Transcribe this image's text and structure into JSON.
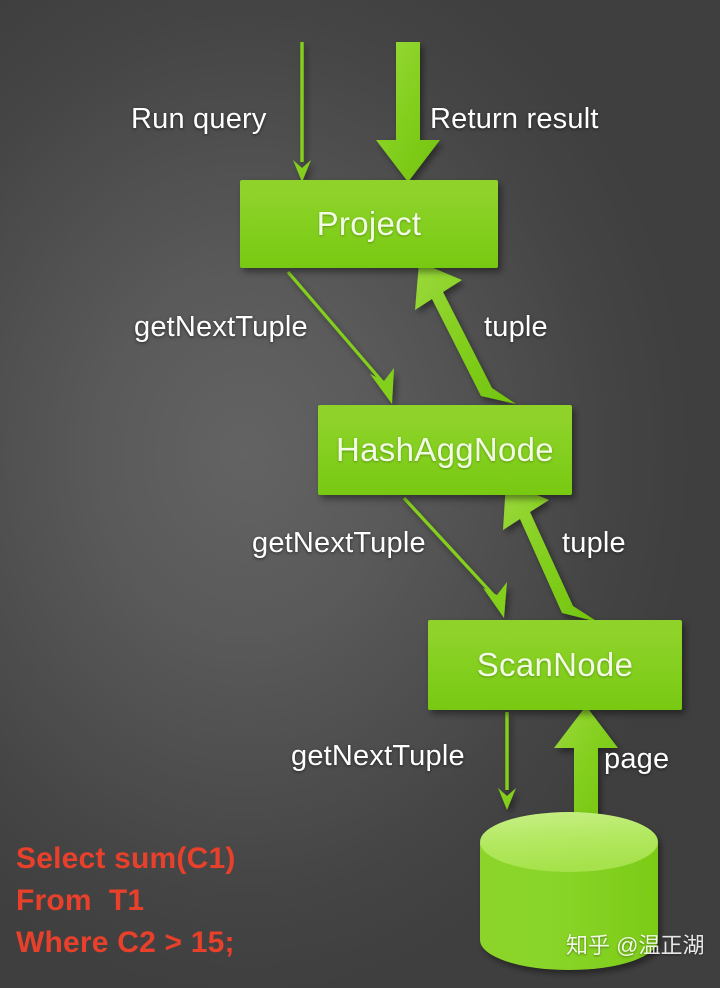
{
  "diagram": {
    "title": "Volcano model query execution operator tree",
    "background_color": "#4d4d4d",
    "node_color": "#84cf1f",
    "arrow_color": "#84cf1f",
    "label_color": "#ffffff",
    "sql_color": "#e8402a",
    "nodes": [
      {
        "id": "project",
        "label": "Project"
      },
      {
        "id": "hashagg",
        "label": "HashAggNode"
      },
      {
        "id": "scannode",
        "label": "ScanNode"
      },
      {
        "id": "storage",
        "label": ""
      }
    ],
    "edges": [
      {
        "id": "run-query",
        "label": "Run query",
        "style": "thin",
        "direction": "down"
      },
      {
        "id": "return-result",
        "label": "Return result",
        "style": "thick",
        "direction": "down"
      },
      {
        "id": "gnt-1",
        "label": "getNextTuple",
        "style": "thin",
        "direction": "down"
      },
      {
        "id": "tuple-1",
        "label": "tuple",
        "style": "thick",
        "direction": "up"
      },
      {
        "id": "gnt-2",
        "label": "getNextTuple",
        "style": "thin",
        "direction": "down"
      },
      {
        "id": "tuple-2",
        "label": "tuple",
        "style": "thick",
        "direction": "up"
      },
      {
        "id": "gnt-3",
        "label": "getNextTuple",
        "style": "thin",
        "direction": "down"
      },
      {
        "id": "page",
        "label": "page",
        "style": "thick",
        "direction": "up"
      }
    ],
    "sql": {
      "line1": "Select sum(C1)",
      "line2": "From  T1",
      "line3": "Where C2 > 15;"
    },
    "watermark": "知乎 @温正湖"
  }
}
